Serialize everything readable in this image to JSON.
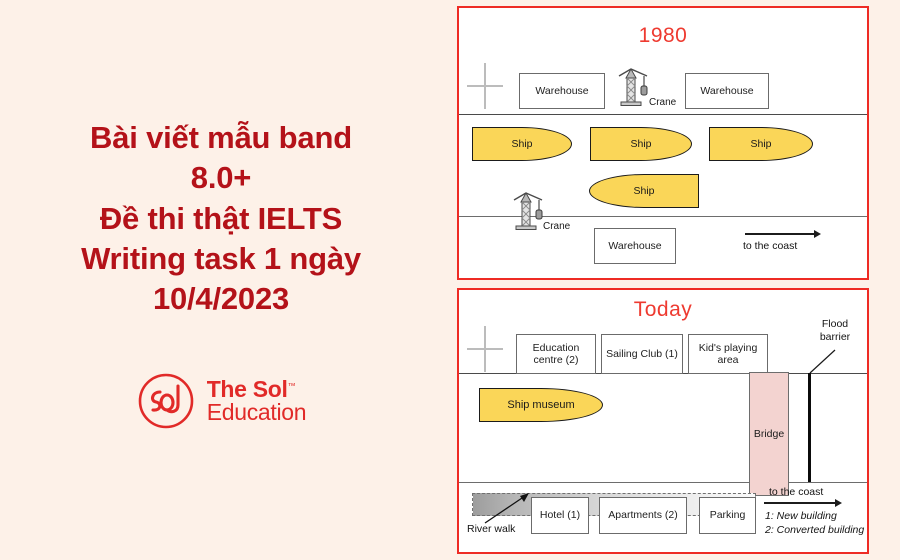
{
  "promo": {
    "headline_lines": [
      "Bài viết mẫu band",
      "8.0+",
      "Đề thi thật IELTS",
      "Writing task 1 ngày",
      "10/4/2023"
    ],
    "accent_color": "#b41219",
    "background_color": "#fdf1e8",
    "logo": {
      "mark_text": "Sol",
      "line1": "The Sol",
      "line2": "Education",
      "trademark": "™",
      "color": "#e12a28"
    }
  },
  "diagram": {
    "border_color": "#ee2b24",
    "ship_color": "#fad658",
    "bridge_color": "#f3d3d0",
    "panels": [
      {
        "id": "panel-1980",
        "title": "1980",
        "items": [
          {
            "name": "crosshair-marker",
            "label": ""
          },
          {
            "name": "warehouse-1",
            "label": "Warehouse"
          },
          {
            "name": "crane-1",
            "label": "Crane"
          },
          {
            "name": "warehouse-2",
            "label": "Warehouse"
          },
          {
            "name": "ship-1",
            "label": "Ship"
          },
          {
            "name": "ship-2",
            "label": "Ship"
          },
          {
            "name": "ship-3",
            "label": "Ship"
          },
          {
            "name": "ship-4",
            "label": "Ship"
          },
          {
            "name": "crane-2",
            "label": "Crane"
          },
          {
            "name": "warehouse-3",
            "label": "Warehouse"
          },
          {
            "name": "coast-arrow",
            "label": "to the coast"
          }
        ]
      },
      {
        "id": "panel-today",
        "title": "Today",
        "items": [
          {
            "name": "crosshair-marker",
            "label": ""
          },
          {
            "name": "education-centre",
            "label": "Education centre (2)"
          },
          {
            "name": "sailing-club",
            "label": "Sailing Club (1)"
          },
          {
            "name": "kids-playing-area",
            "label": "Kid's playing area"
          },
          {
            "name": "flood-barrier",
            "label": "Flood barrier"
          },
          {
            "name": "ship-museum",
            "label": "Ship museum"
          },
          {
            "name": "bridge",
            "label": "Bridge"
          },
          {
            "name": "river-walk",
            "label": "River walk"
          },
          {
            "name": "hotel",
            "label": "Hotel (1)"
          },
          {
            "name": "apartments",
            "label": "Apartments (2)"
          },
          {
            "name": "parking",
            "label": "Parking"
          },
          {
            "name": "coast-arrow",
            "label": "to the coast"
          }
        ],
        "legend": [
          "1: New building",
          "2: Converted building"
        ]
      }
    ],
    "labels": {
      "year_1980": "1980",
      "today": "Today",
      "warehouse": "Warehouse",
      "crane": "Crane",
      "ship": "Ship",
      "to_the_coast": "to the coast",
      "education_centre": "Education centre (2)",
      "education_centre_l1": "Education",
      "education_centre_l2": "centre (2)",
      "sailing_club": "Sailing Club (1)",
      "kids_area_l1": "Kid's playing",
      "kids_area_l2": "area",
      "flood_barrier_l1": "Flood",
      "flood_barrier_l2": "barrier",
      "ship_museum": "Ship museum",
      "bridge": "Bridge",
      "river_walk": "River walk",
      "hotel": "Hotel (1)",
      "apartments": "Apartments (2)",
      "parking": "Parking",
      "legend_1": "1: New building",
      "legend_2": "2: Converted building"
    }
  }
}
